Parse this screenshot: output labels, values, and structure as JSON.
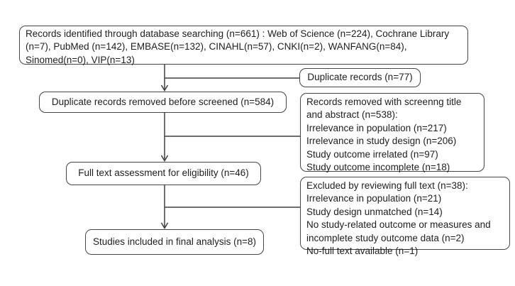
{
  "diagram": {
    "colors": {
      "border": "#454545",
      "line": "#3f3f3f",
      "text": "#1e1e1e",
      "background": "#ffffff"
    },
    "boxes": {
      "identified": {
        "text": "Records identified through database searching (n=661) : Web of Science (n=224), Cochrane Library (n=7), PubMed (n=142), EMBASE(n=132), CINAHL(n=57), CNKI(n=2), WANFANG(n=84), Sinomed(n=0), VIP(n=13)"
      },
      "duplicates": {
        "text": "Duplicate records (n=77)"
      },
      "after_dedup": {
        "text": "Duplicate records removed before screened (n=584)"
      },
      "screening_removed": {
        "lines": [
          "Records removed with screenng title and abstract (n=538):",
          "Irrelevance in population (n=217)",
          "Irrelevance in study design (n=206)",
          "Study outcome irrelated (n=97)",
          "Study outcome incomplete  (n=18)"
        ]
      },
      "fulltext": {
        "text": "Full text assessment for eligibility (n=46)"
      },
      "fulltext_excluded": {
        "lines": [
          "Excluded by reviewing full text (n=38):",
          "Irrelevance in population (n=21)",
          "Study design unmatched (n=14)",
          "No study-related outcome or measures and incomplete study outcome data (n=2)",
          "No-full text available (n=1)"
        ]
      },
      "included": {
        "text": "Studies included in final analysis (n=8)"
      }
    }
  }
}
